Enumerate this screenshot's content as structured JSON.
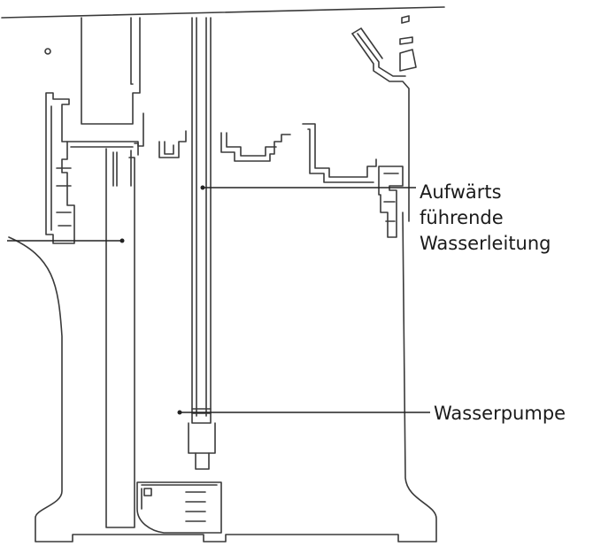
{
  "labels": {
    "rising_pipe": [
      "Aufwärts",
      "führende",
      "Wasserleitung"
    ],
    "water_pump": "Wasserpumpe"
  },
  "colors": {
    "line": "#3a3a3a",
    "background": "#ffffff"
  }
}
